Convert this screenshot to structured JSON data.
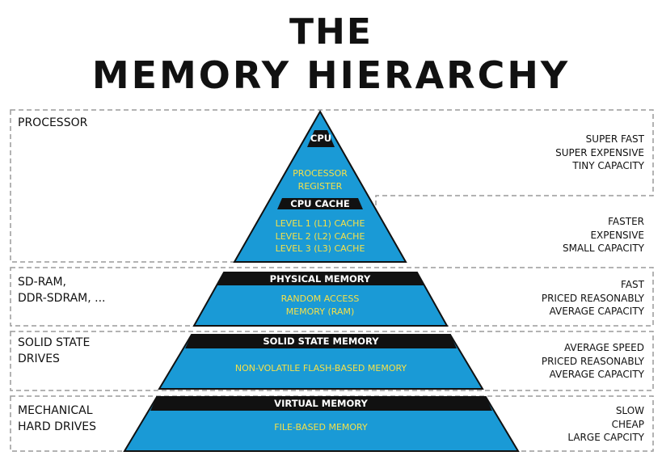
{
  "title": {
    "line1": "THE",
    "line2": "MEMORY HIERARCHY"
  },
  "colors": {
    "blue": "#1a9ad6",
    "black": "#111111",
    "yellow": "#f4e04a",
    "dash": "#9a9a9a"
  },
  "tiers": [
    {
      "left_label": [
        "PROCESSOR"
      ],
      "right_groups": [
        [
          "SUPER FAST",
          "SUPER EXPENSIVE",
          "TINY CAPACITY"
        ],
        [
          "FASTER",
          "EXPENSIVE",
          "SMALL CAPACITY"
        ]
      ],
      "levels": [
        {
          "band": "CPU",
          "body": [
            "PROCESSOR",
            "REGISTER"
          ]
        },
        {
          "band": "CPU CACHE",
          "body": [
            "LEVEL 1 (L1) CACHE",
            "LEVEL 2 (L2) CACHE",
            "LEVEL 3 (L3) CACHE"
          ]
        }
      ]
    },
    {
      "left_label": [
        "SD-RAM,",
        "DDR-SDRAM, ..."
      ],
      "right_groups": [
        [
          "FAST",
          "PRICED REASONABLY",
          "AVERAGE CAPACITY"
        ]
      ],
      "levels": [
        {
          "band": "PHYSICAL MEMORY",
          "body": [
            "RANDOM ACCESS",
            "MEMORY (RAM)"
          ]
        }
      ]
    },
    {
      "left_label": [
        "SOLID STATE",
        "DRIVES"
      ],
      "right_groups": [
        [
          "AVERAGE SPEED",
          "PRICED REASONABLY",
          "AVERAGE CAPACITY"
        ]
      ],
      "levels": [
        {
          "band": "SOLID STATE MEMORY",
          "body": [
            "NON-VOLATILE FLASH-BASED MEMORY"
          ]
        }
      ]
    },
    {
      "left_label": [
        "MECHANICAL",
        "HARD DRIVES"
      ],
      "right_groups": [
        [
          "SLOW",
          "CHEAP",
          "LARGE CAPCITY"
        ]
      ],
      "levels": [
        {
          "band": "VIRTUAL MEMORY",
          "body": [
            "FILE-BASED MEMORY"
          ]
        }
      ]
    }
  ]
}
